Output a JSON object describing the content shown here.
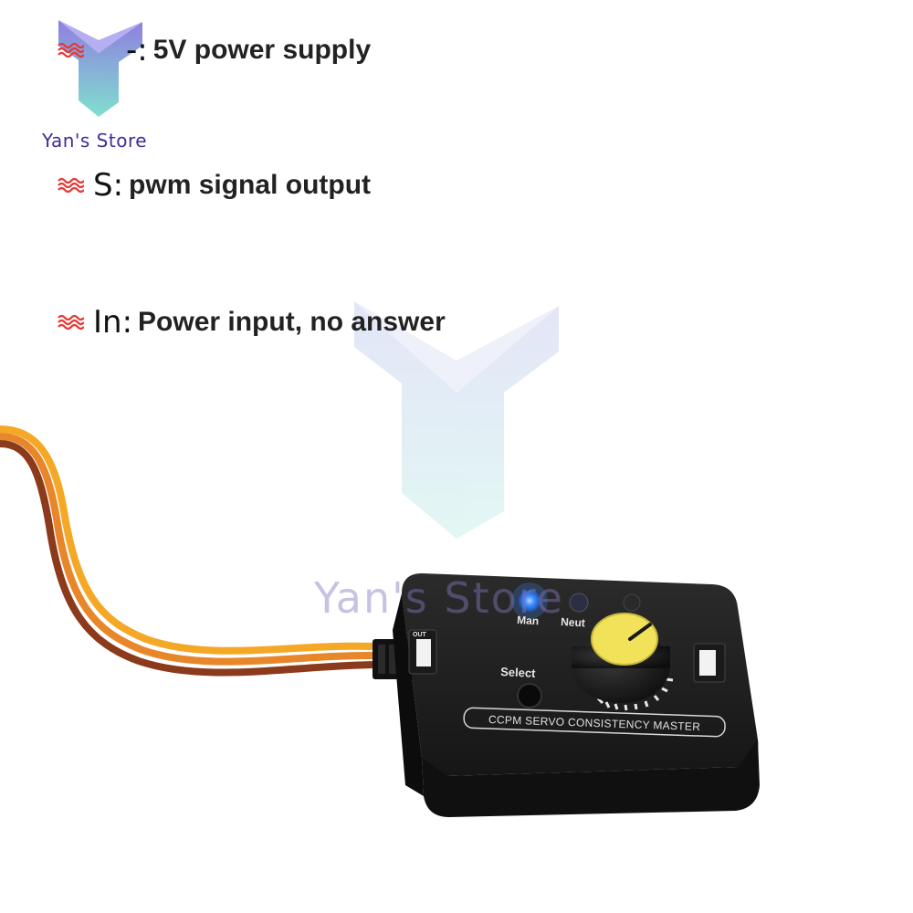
{
  "logo": {
    "store_name": "Yan's Store",
    "colors": [
      "#3b2f9a",
      "#7fd6c9",
      "#9aa4e0"
    ]
  },
  "annotations": [
    {
      "pin": "-:",
      "text": "5V power supply",
      "icon": "wave-icon"
    },
    {
      "pin": "S:",
      "text": "pwm signal output",
      "icon": "wave-icon"
    },
    {
      "pin": "In:",
      "text": "Power input, no answer",
      "icon": "wave-icon"
    }
  ],
  "watermark": {
    "text": "Yan's Store"
  },
  "device": {
    "label": "CCPM SERVO CONSISTENCY MASTER",
    "led_labels": [
      "Man",
      "Neut"
    ],
    "button_label": "Select",
    "port_label": "OUT",
    "body_color": "#1e1e1e",
    "knob_color": "#f2e25a",
    "led_color": "#3a8bff"
  },
  "cable": {
    "colors": [
      "#f4a825",
      "#e8862a",
      "#8c3a1c"
    ]
  },
  "accent": "#e53935"
}
